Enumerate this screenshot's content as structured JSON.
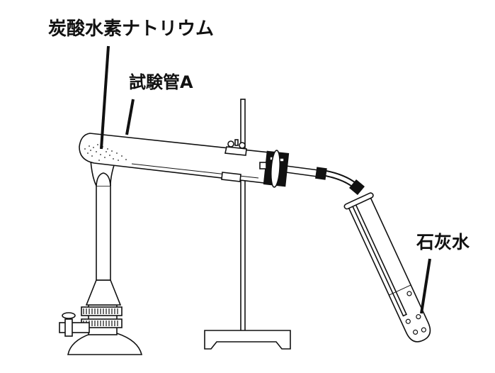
{
  "labels": {
    "sodium_bicarbonate": "炭酸水素ナトリウム",
    "test_tube_a": "試験管A",
    "limewater": "石灰水"
  },
  "colors": {
    "line": "#111111",
    "background": "#ffffff"
  }
}
